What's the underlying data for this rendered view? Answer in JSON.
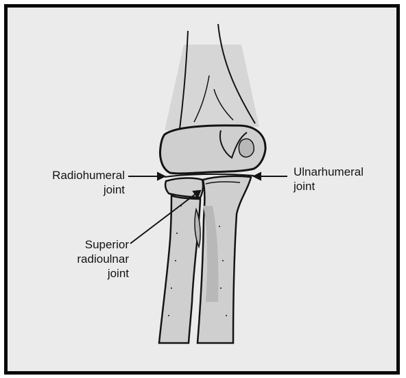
{
  "labels": {
    "radiohumeral": [
      "Radiohumeral",
      "joint"
    ],
    "ulnarhumeral": [
      "Ulnarhumeral",
      "joint"
    ],
    "superior_radioulnar": [
      "Superior",
      "radioulnar",
      "joint"
    ]
  },
  "colors": {
    "background": "#ebebeb",
    "bone_fill": "#cfcfcf",
    "bone_shadow": "#b8b8b8",
    "outline": "#141414",
    "frame": "#0a0a0a"
  }
}
